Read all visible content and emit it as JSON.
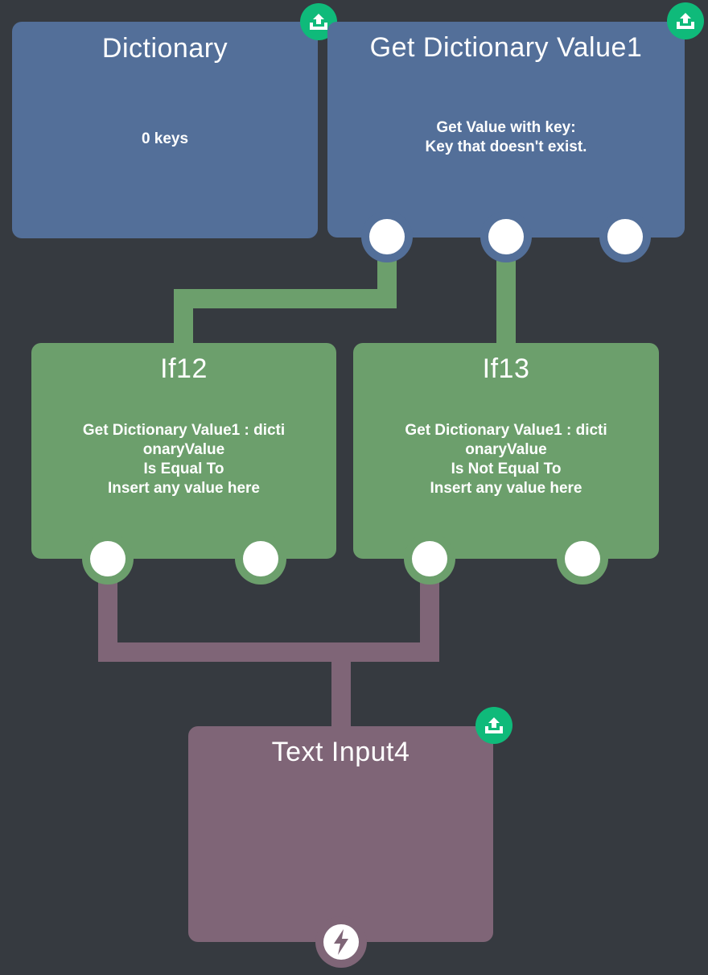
{
  "nodes": {
    "dictionary": {
      "title": "Dictionary",
      "body": [
        "0 keys"
      ]
    },
    "get_value": {
      "title": "Get Dictionary Value1",
      "body": [
        "Get Value with key:",
        "Key that doesn't exist."
      ]
    },
    "if12": {
      "title": "If12",
      "body": [
        "Get Dictionary Value1 : dicti",
        "onaryValue",
        "Is Equal To",
        "Insert any value here"
      ]
    },
    "if13": {
      "title": "If13",
      "body": [
        "Get Dictionary Value1 : dicti",
        "onaryValue",
        "Is Not Equal To",
        "Insert any value here"
      ]
    },
    "text_input": {
      "title": "Text Input4"
    }
  },
  "icons": {
    "upload": "upload-icon",
    "port": "port-circle",
    "trigger": "lightning-bolt-icon"
  },
  "colors": {
    "background": "#363a40",
    "blue_node": "#536f99",
    "green_node": "#6c9f6c",
    "purple_node": "#7f6577",
    "upload_badge": "#0fba7a",
    "port": "#ffffff"
  }
}
